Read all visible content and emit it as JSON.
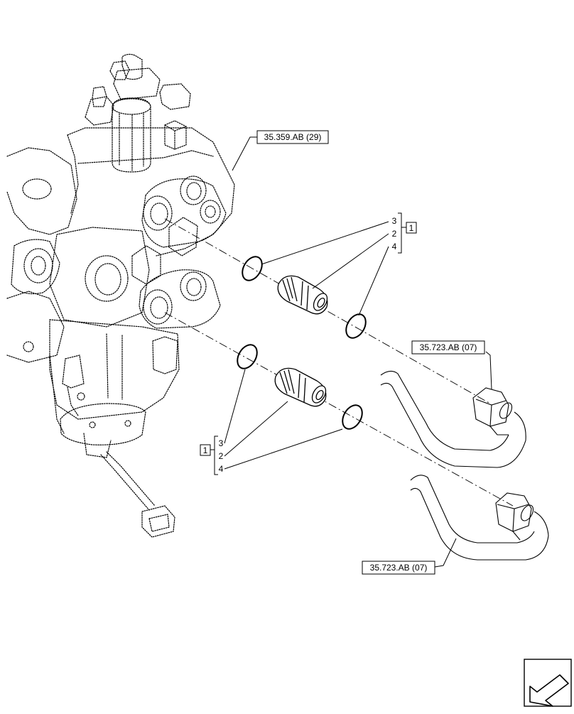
{
  "references": [
    {
      "id": "ref-valve",
      "label": "35.359.AB (29)"
    },
    {
      "id": "ref-tube-upper",
      "label": "35.723.AB (07)"
    },
    {
      "id": "ref-tube-lower",
      "label": "35.723.AB (07)"
    }
  ],
  "upper_group": {
    "group": "1",
    "items": [
      "3",
      "2",
      "4"
    ]
  },
  "lower_group": {
    "group": "1",
    "items": [
      "3",
      "2",
      "4"
    ]
  },
  "nav_icon": "next-page-arrow-icon"
}
